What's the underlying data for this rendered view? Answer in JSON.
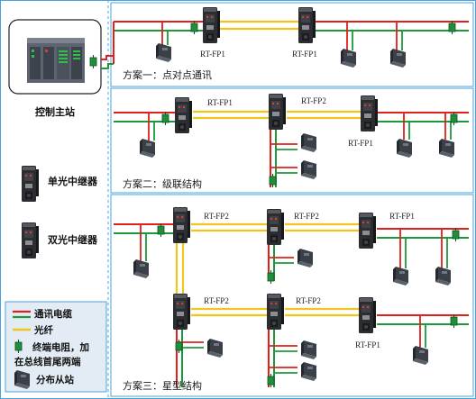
{
  "side_panel": {
    "master_label": "控制主站",
    "single_repeater_label": "单光中继器",
    "dual_repeater_label": "双光中继器"
  },
  "legend": {
    "cable": "通讯电缆",
    "fiber": "光纤",
    "terminator_line1": "终端电阻，加",
    "terminator_line2": "在总线首尾两端",
    "slave": "分布从站"
  },
  "schemes": [
    {
      "title": "方案一：点对点通讯",
      "devices": [
        "RT-FP1",
        "RT-FP1"
      ]
    },
    {
      "title": "方案二：级联结构",
      "devices": [
        "RT-FP1",
        "RT-FP2",
        "RT-FP1"
      ]
    },
    {
      "title": "方案三：星型结构",
      "devices": [
        "RT-FP2",
        "RT-FP2",
        "RT-FP1",
        "RT-FP2",
        "RT-FP2",
        "RT-FP1"
      ]
    }
  ],
  "colors": {
    "cable_red": "#e0201c",
    "cable_green": "#1c9a3a",
    "fiber": "#f2c51c",
    "frame": "#4aa3d8",
    "legend_bg": "#e3ebf4"
  },
  "icons": [
    "plc-icon",
    "repeater-icon",
    "slave-station-icon",
    "terminator-icon"
  ]
}
